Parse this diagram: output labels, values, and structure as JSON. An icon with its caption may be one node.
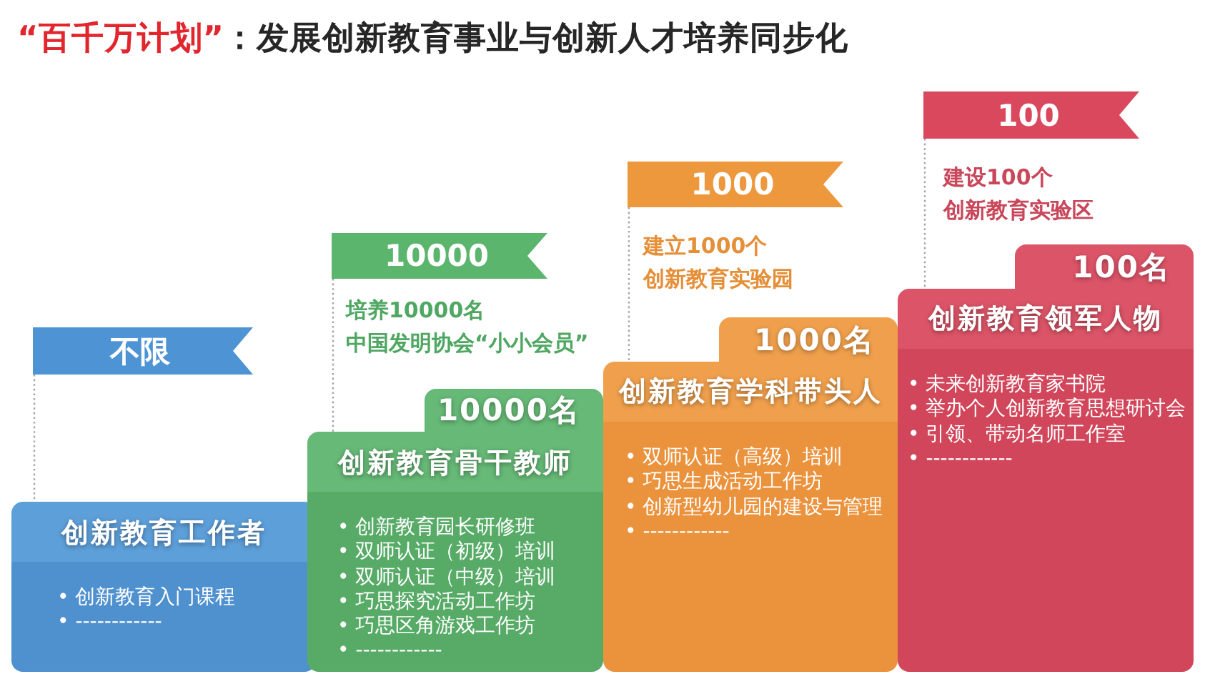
{
  "diagram": {
    "title": "**“百千万计划”**：发展创新教育事业与创新人才培养同步化",
    "nodes": [
      {
        "text": [
          "不限"
        ]
      },
      {
        "text": [
          "创新教育工作者",
          "• 创新教育入门课程",
          "• ------------"
        ]
      },
      {
        "text": [
          "10000"
        ],
        "beside": [
          "培养10000名",
          "中国发明协会“小小会员”"
        ]
      },
      {
        "text": [
          "10000名"
        ]
      },
      {
        "text": [
          "创新教育骨干教师",
          "• 创新教育园长研修班",
          "• 双师认证（初级）培训",
          "• 双师认证（中级）培训",
          "• 巧思探究活动工作坊",
          "• 巧思区角游戏工作坊",
          "• ------------"
        ]
      },
      {
        "text": [
          "1000"
        ],
        "beside": [
          "建立1000个",
          "创新教育实验园"
        ]
      },
      {
        "text": [
          "1000名"
        ]
      },
      {
        "text": [
          "创新教育学科带头人",
          "• 双师认证（高级）培训",
          "• 巧思生成活动工作坊",
          "• 创新型幼儿园的建设与管理",
          "• ------------"
        ]
      },
      {
        "text": [
          "100"
        ],
        "beside": [
          "建设100个",
          "创新教育实验区"
        ]
      },
      {
        "text": [
          "100名"
        ]
      },
      {
        "text": [
          "创新教育领军人物",
          "• 未来创新教育家书院",
          "• 举办个人创新教育思想研讨会",
          "• 引领、带动名师工作室",
          "• ------------"
        ]
      }
    ],
    "edges": [
      {
        "from": 0,
        "to": 1,
        "arrow": "none",
        "style": "dashed"
      },
      {
        "from": 2,
        "to": 4,
        "arrow": "none",
        "style": "dashed"
      },
      {
        "from": 5,
        "to": 7,
        "arrow": "none",
        "style": "dashed"
      },
      {
        "from": 8,
        "to": 10,
        "arrow": "none",
        "style": "dashed"
      }
    ]
  }
}
